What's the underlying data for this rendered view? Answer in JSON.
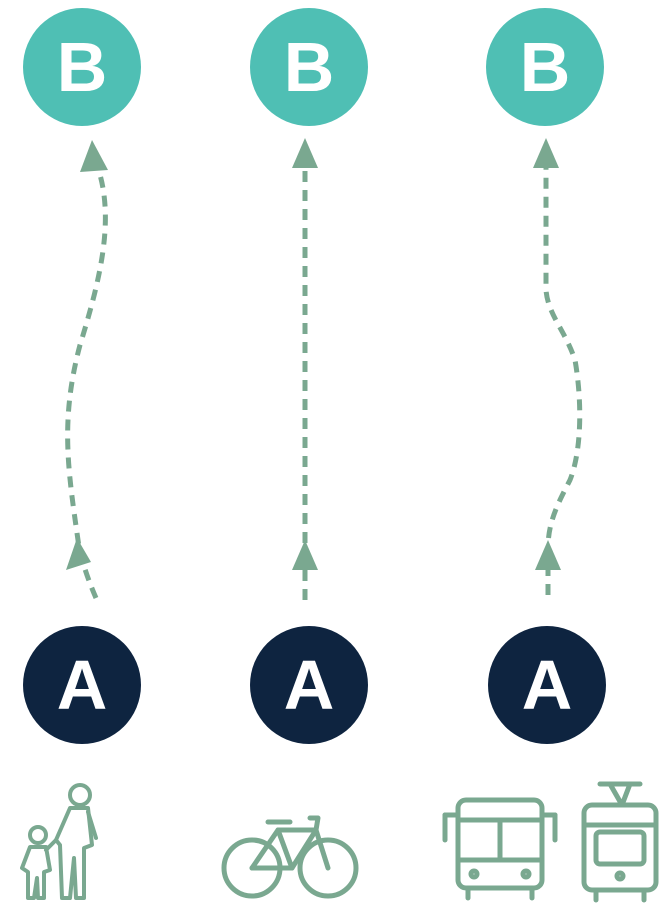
{
  "routes": [
    {
      "name": "walking",
      "start_label": "A",
      "end_label": "B",
      "path_shape": "wavy",
      "icons": [
        "pedestrians-icon"
      ]
    },
    {
      "name": "cycling",
      "start_label": "A",
      "end_label": "B",
      "path_shape": "straight",
      "icons": [
        "bicycle-icon"
      ]
    },
    {
      "name": "public-transit",
      "start_label": "A",
      "end_label": "B",
      "path_shape": "wavy",
      "icons": [
        "bus-icon",
        "tram-icon"
      ]
    }
  ],
  "colors": {
    "end_circle": "#4fbfb4",
    "start_circle": "#0e2440",
    "path": "#7aa890",
    "icon": "#7aa890",
    "label_text": "#ffffff"
  }
}
